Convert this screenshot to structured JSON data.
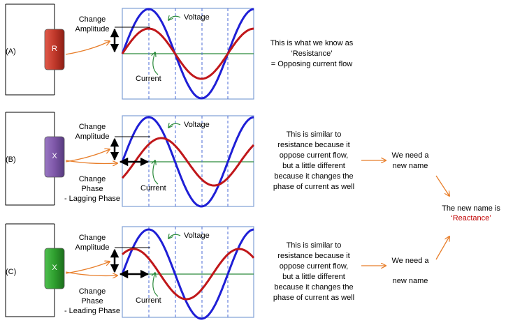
{
  "rows": [
    {
      "id": "A",
      "label": "(A)",
      "component": "R",
      "component_color": "#c0392b",
      "amplitude_label": [
        "Change",
        "Amplitude"
      ],
      "phase_label": [],
      "voltage_label": "Voltage",
      "current_label": "Current",
      "description": [
        "This is what we know as",
        "‘Resistance’",
        "= Opposing current flow"
      ],
      "conclusion": []
    },
    {
      "id": "B",
      "label": "(B)",
      "component": "X",
      "component_color": "#7e57a8",
      "amplitude_label": [
        "Change",
        "Amplitude"
      ],
      "phase_label": [
        "Change",
        "Phase",
        "- Lagging Phase"
      ],
      "voltage_label": "Voltage",
      "current_label": "Current",
      "description": [
        "This is similar to",
        "resistance because it",
        "oppose current flow,",
        "but a little different",
        "because it changes the",
        "phase of current as well"
      ],
      "conclusion": [
        "We need a",
        "new name"
      ]
    },
    {
      "id": "C",
      "label": "(C)",
      "component": "X",
      "component_color": "#2e9e2e",
      "amplitude_label": [
        "Change",
        "Amplitude"
      ],
      "phase_label": [
        "Change",
        "Phase",
        "- Leading Phase"
      ],
      "voltage_label": "Voltage",
      "current_label": "Current",
      "description": [
        "This is similar to",
        "resistance because it",
        "oppose current flow,",
        "but a little different",
        "because it changes the",
        "phase of current as well"
      ],
      "conclusion": [
        "We need a",
        "new name"
      ]
    }
  ],
  "summary": {
    "line1": "The new name is",
    "line2": "‘Reactance’"
  },
  "colors": {
    "voltage": "#1f1fd6",
    "current": "#c0171a",
    "arrow": "#e87e2a",
    "axis": "#2a8a3a",
    "frame": "#7f9fd6",
    "accent": "#c00000"
  }
}
